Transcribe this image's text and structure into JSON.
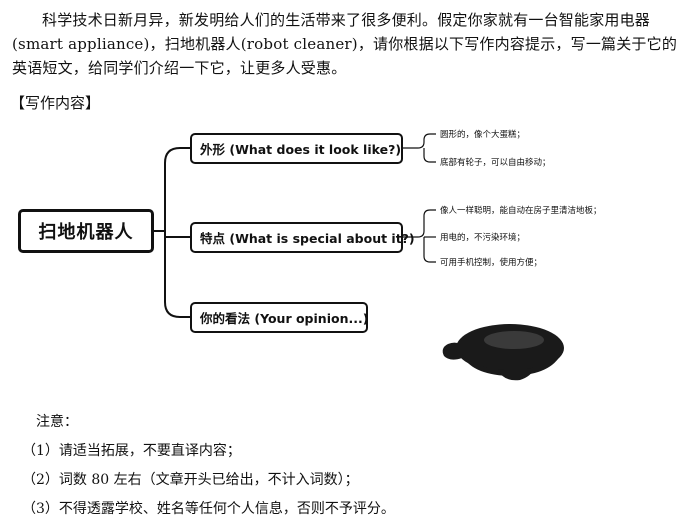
{
  "intro": "科学技术日新月异，新发明给人们的生活带来了很多便利。假定你家就有一台智能家用电器(smart appliance)，扫地机器人(robot cleaner)，请你根据以下写作内容提示，写一篇关于它的英语短文，给同学们介绍一下它，让更多人受惠。",
  "section_title": "【写作内容】",
  "mindmap": {
    "root": "扫地机器人",
    "branches": [
      {
        "label": "外形 (What does it look like?)",
        "leaves": [
          "圆形的，像个大蛋糕；",
          "底部有轮子，可以自由移动；"
        ]
      },
      {
        "label": "特点 (What is special about it?)",
        "leaves": [
          "像人一样聪明，能自动在房子里清洁地板；",
          "用电的，不污染环境；",
          "可用手机控制，使用方便；"
        ]
      },
      {
        "label": "你的看法 (Your opinion...)",
        "leaves": []
      }
    ]
  },
  "notes": {
    "heading": "注意：",
    "items": [
      "（1）请适当拓展，不要直译内容；",
      "（2）词数 80 左右（文章开头已给出，不计入词数）；",
      "（3）不得透露学校、姓名等任何个人信息，否则不予评分。"
    ]
  },
  "colors": {
    "text": "#111111",
    "robot": "#1a1a1a"
  },
  "icons": {
    "robot_image": "robot-cleaner-icon"
  }
}
